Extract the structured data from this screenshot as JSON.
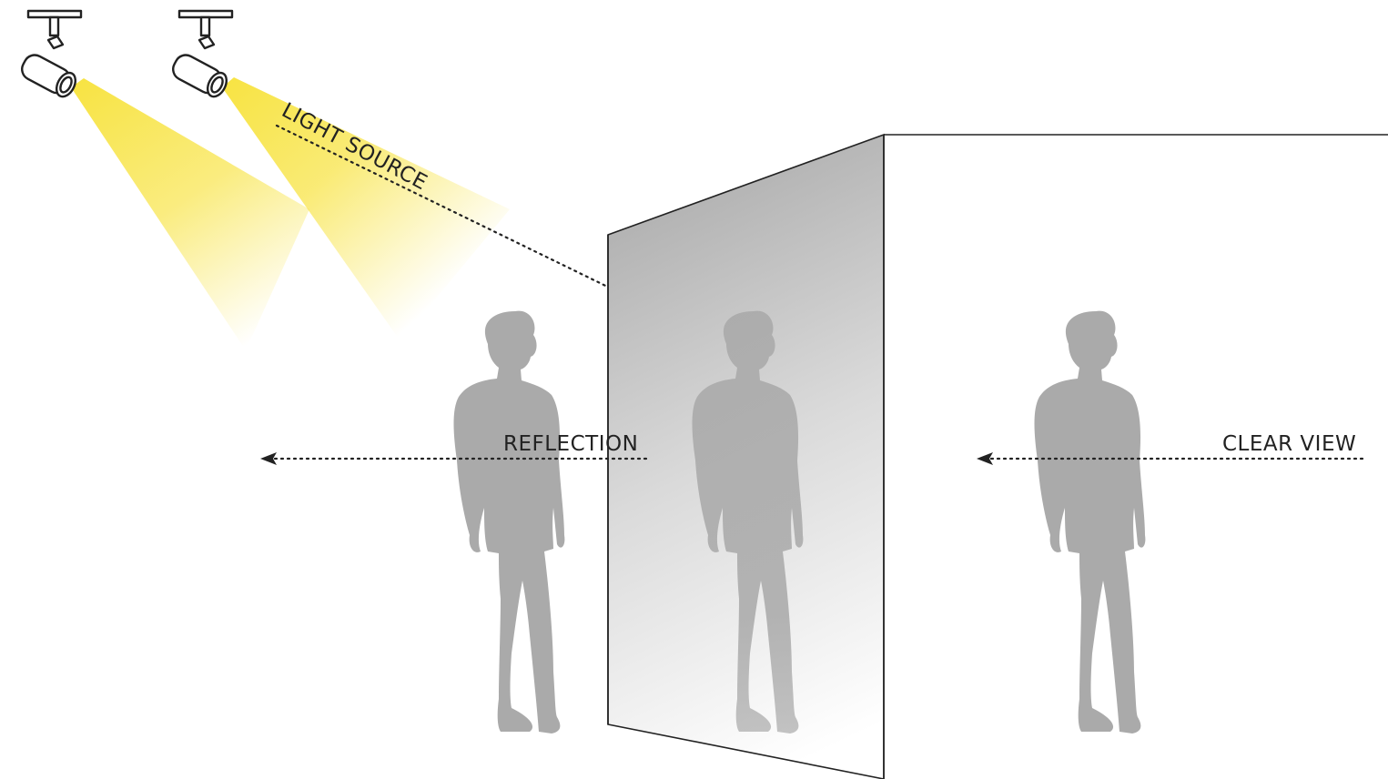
{
  "labels": {
    "light_source": "LIGHT SOURCE",
    "reflection": "REFLECTION",
    "clear_view": "CLEAR VIEW"
  },
  "colors": {
    "light_beam": "#f7e23a",
    "silhouette": "#aaaaaa",
    "outline": "#222222",
    "arrow": "#222222"
  },
  "icons": {
    "lamp": "spotlight-icon",
    "person": "person-silhouette-icon",
    "arrow": "arrowhead-icon"
  }
}
